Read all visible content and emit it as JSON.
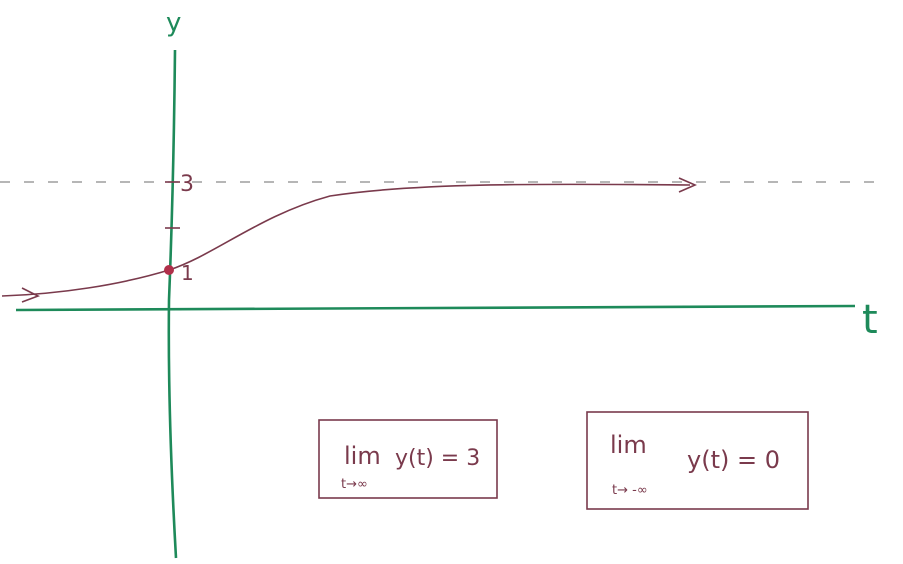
{
  "axes": {
    "y_label": "y",
    "x_label": "t",
    "asymptote_tick_label": "3",
    "point_label": "1"
  },
  "boxes": [
    {
      "lim": "lim",
      "expr": "y(t) = 3",
      "sub": "t→∞"
    },
    {
      "lim": "lim",
      "expr": "y(t) = 0",
      "sub": "t→ -∞"
    }
  ],
  "colors": {
    "axes": "#1e8a5a",
    "curve": "#7a3a4c",
    "asymptote": "#8a8a8a",
    "point": "#b0304a"
  }
}
